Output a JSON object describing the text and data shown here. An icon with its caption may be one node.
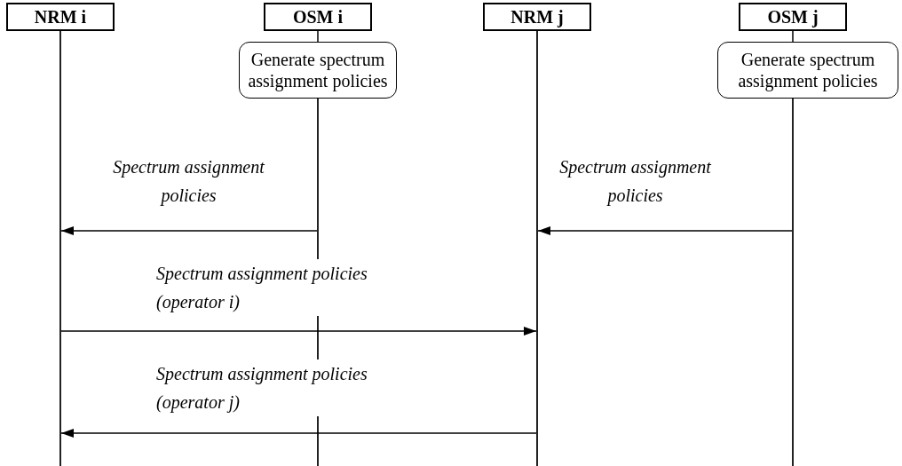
{
  "diagram": {
    "nodes": [
      {
        "text": [
          "NRM i"
        ]
      },
      {
        "text": [
          "OSM i"
        ]
      },
      {
        "text": [
          "NRM j"
        ]
      },
      {
        "text": [
          "OSM j"
        ]
      },
      {
        "text": [
          "Generate spectrum assignment policies"
        ]
      },
      {
        "text": [
          "Generate spectrum assignment policies"
        ]
      },
      {
        "text": [],
        "shape": "line"
      },
      {
        "text": [],
        "shape": "line"
      },
      {
        "text": [],
        "shape": "line"
      },
      {
        "text": [],
        "shape": "line"
      }
    ],
    "edges": [
      {
        "from": 1,
        "to": 4,
        "arrow": "none"
      },
      {
        "from": 3,
        "to": 5,
        "arrow": "none"
      },
      {
        "from": 7,
        "to": 6,
        "arrow": "to",
        "label": "Spectrum assignment policies"
      },
      {
        "from": 9,
        "to": 8,
        "arrow": "to",
        "label": "Spectrum assignment policies"
      },
      {
        "from": 6,
        "to": 8,
        "arrow": "to",
        "label": "Spectrum assignment policies (operator i)"
      },
      {
        "from": 8,
        "to": 6,
        "arrow": "to",
        "label": "Spectrum assignment policies (operator j)"
      }
    ]
  }
}
